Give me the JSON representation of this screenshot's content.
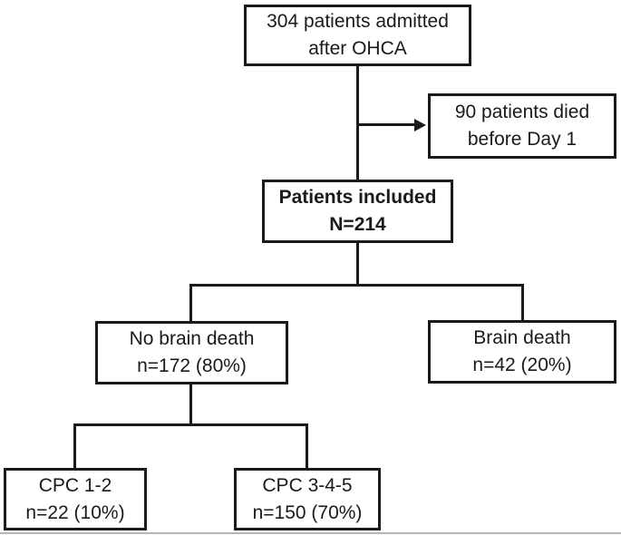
{
  "flowchart": {
    "nodes": {
      "admitted": {
        "line1": "304 patients admitted",
        "line2": "after OHCA"
      },
      "died": {
        "line1": "90 patients died",
        "line2": "before Day 1"
      },
      "included": {
        "line1": "Patients included",
        "line2": "N=214"
      },
      "no_brain_death": {
        "line1": "No brain death",
        "line2": "n=172 (80%)"
      },
      "brain_death": {
        "line1": "Brain death",
        "line2": "n=42 (20%)"
      },
      "cpc_1_2": {
        "line1": "CPC 1-2",
        "line2": "n=22 (10%)"
      },
      "cpc_3_4_5": {
        "line1": "CPC 3-4-5",
        "line2": "n=150 (70%)"
      }
    },
    "colors": {
      "line": "#1a1a1a",
      "background": "#ffffff",
      "bottom_rule": "#b5b5b5"
    }
  }
}
